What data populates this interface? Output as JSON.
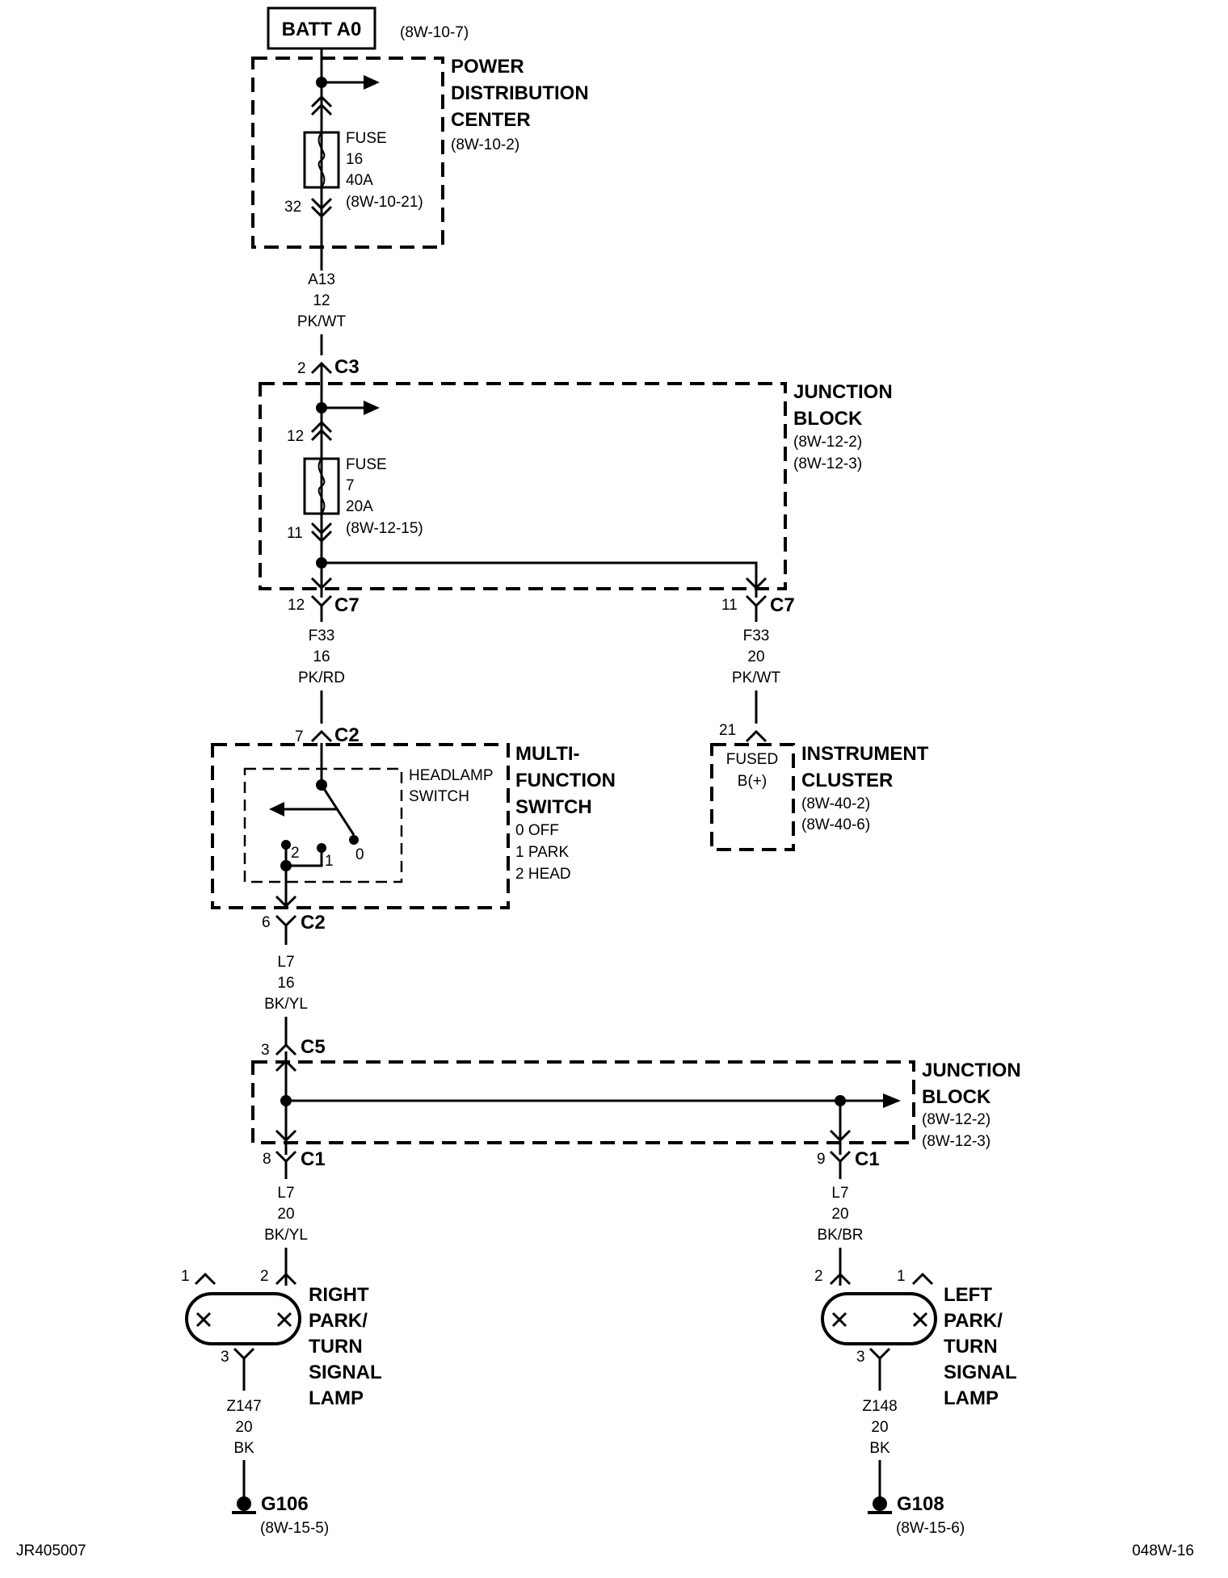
{
  "batt": {
    "label": "BATT A0",
    "ref": "(8W-10-7)"
  },
  "pdc": {
    "title": [
      "POWER",
      "DISTRIBUTION",
      "CENTER"
    ],
    "ref": "(8W-10-2)",
    "fuse": {
      "lines": [
        "FUSE",
        "16",
        "40A",
        "(8W-10-21)"
      ],
      "pin_out": "32"
    }
  },
  "wire_a13": [
    "A13",
    "12",
    "PK/WT"
  ],
  "c3": {
    "pin": "2",
    "name": "C3"
  },
  "jb1": {
    "title": [
      "JUNCTION",
      "BLOCK"
    ],
    "refs": [
      "(8W-12-2)",
      "(8W-12-3)"
    ],
    "fuse": {
      "lines": [
        "FUSE",
        "7",
        "20A",
        "(8W-12-15)"
      ],
      "pin_in": "12",
      "pin_out": "11"
    }
  },
  "c7_left": {
    "pin": "12",
    "name": "C7"
  },
  "c7_right": {
    "pin": "11",
    "name": "C7"
  },
  "wire_f33_left": [
    "F33",
    "16",
    "PK/RD"
  ],
  "wire_f33_right": [
    "F33",
    "20",
    "PK/WT"
  ],
  "c2_top": {
    "pin": "7",
    "name": "C2"
  },
  "mfs": {
    "title": [
      "MULTI-",
      "FUNCTION",
      "SWITCH"
    ],
    "positions": [
      "0 OFF",
      "1 PARK",
      "2 HEAD"
    ],
    "headlamp": [
      "HEADLAMP",
      "SWITCH"
    ],
    "contacts": [
      "2",
      "1",
      "0"
    ]
  },
  "cluster": {
    "pin": "21",
    "inner": [
      "FUSED",
      "B(+)"
    ],
    "title": [
      "INSTRUMENT",
      "CLUSTER"
    ],
    "refs": [
      "(8W-40-2)",
      "(8W-40-6)"
    ]
  },
  "c2_bottom": {
    "pin": "6",
    "name": "C2"
  },
  "wire_l7_top": [
    "L7",
    "16",
    "BK/YL"
  ],
  "c5": {
    "pin": "3",
    "name": "C5"
  },
  "jb2": {
    "title": [
      "JUNCTION",
      "BLOCK"
    ],
    "refs": [
      "(8W-12-2)",
      "(8W-12-3)"
    ]
  },
  "c1_left": {
    "pin": "8",
    "name": "C1"
  },
  "c1_right": {
    "pin": "9",
    "name": "C1"
  },
  "wire_l7_left": [
    "L7",
    "20",
    "BK/YL"
  ],
  "wire_l7_right": [
    "L7",
    "20",
    "BK/BR"
  ],
  "lamp_right": {
    "title": [
      "RIGHT",
      "PARK/",
      "TURN",
      "SIGNAL",
      "LAMP"
    ],
    "pin1": "1",
    "pin2": "2",
    "pin3": "3"
  },
  "lamp_left": {
    "title": [
      "LEFT",
      "PARK/",
      "TURN",
      "SIGNAL",
      "LAMP"
    ],
    "pin1": "1",
    "pin2": "2",
    "pin3": "3"
  },
  "wire_z147": [
    "Z147",
    "20",
    "BK"
  ],
  "wire_z148": [
    "Z148",
    "20",
    "BK"
  ],
  "g106": {
    "name": "G106",
    "ref": "(8W-15-5)"
  },
  "g108": {
    "name": "G108",
    "ref": "(8W-15-6)"
  },
  "footer": {
    "left": "JR405007",
    "right": "048W-16"
  }
}
